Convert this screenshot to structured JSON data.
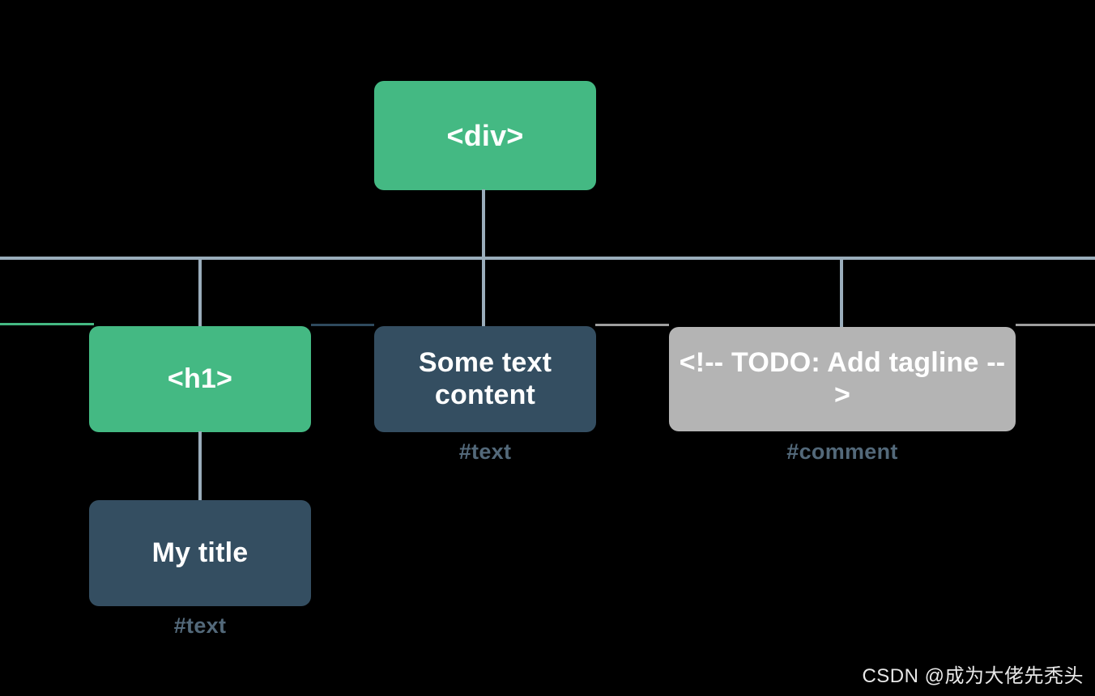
{
  "diagram": {
    "title": "DOM tree diagram",
    "background_color": "#000000",
    "line_color": "#9aadbb",
    "colors": {
      "element_node": "#44b983",
      "text_node": "#344e61",
      "comment_node": "#b4b4b4",
      "caption": "#53697a",
      "node_label": "#ffffff"
    },
    "nodes": {
      "root": {
        "label": "<div>",
        "type": "element",
        "font_size": 36
      },
      "h1": {
        "label": "<h1>",
        "type": "element",
        "font_size": 34
      },
      "some_text": {
        "label": "Some text content",
        "type": "text",
        "caption": "#text",
        "font_size": 34
      },
      "comment": {
        "label": "<!-- TODO: Add tagline  -->",
        "type": "comment",
        "caption": "#comment",
        "font_size": 34
      },
      "my_title": {
        "label": "My title",
        "type": "text",
        "caption": "#text",
        "font_size": 34
      }
    }
  },
  "watermark": {
    "text": "CSDN @成为大佬先秃头"
  }
}
